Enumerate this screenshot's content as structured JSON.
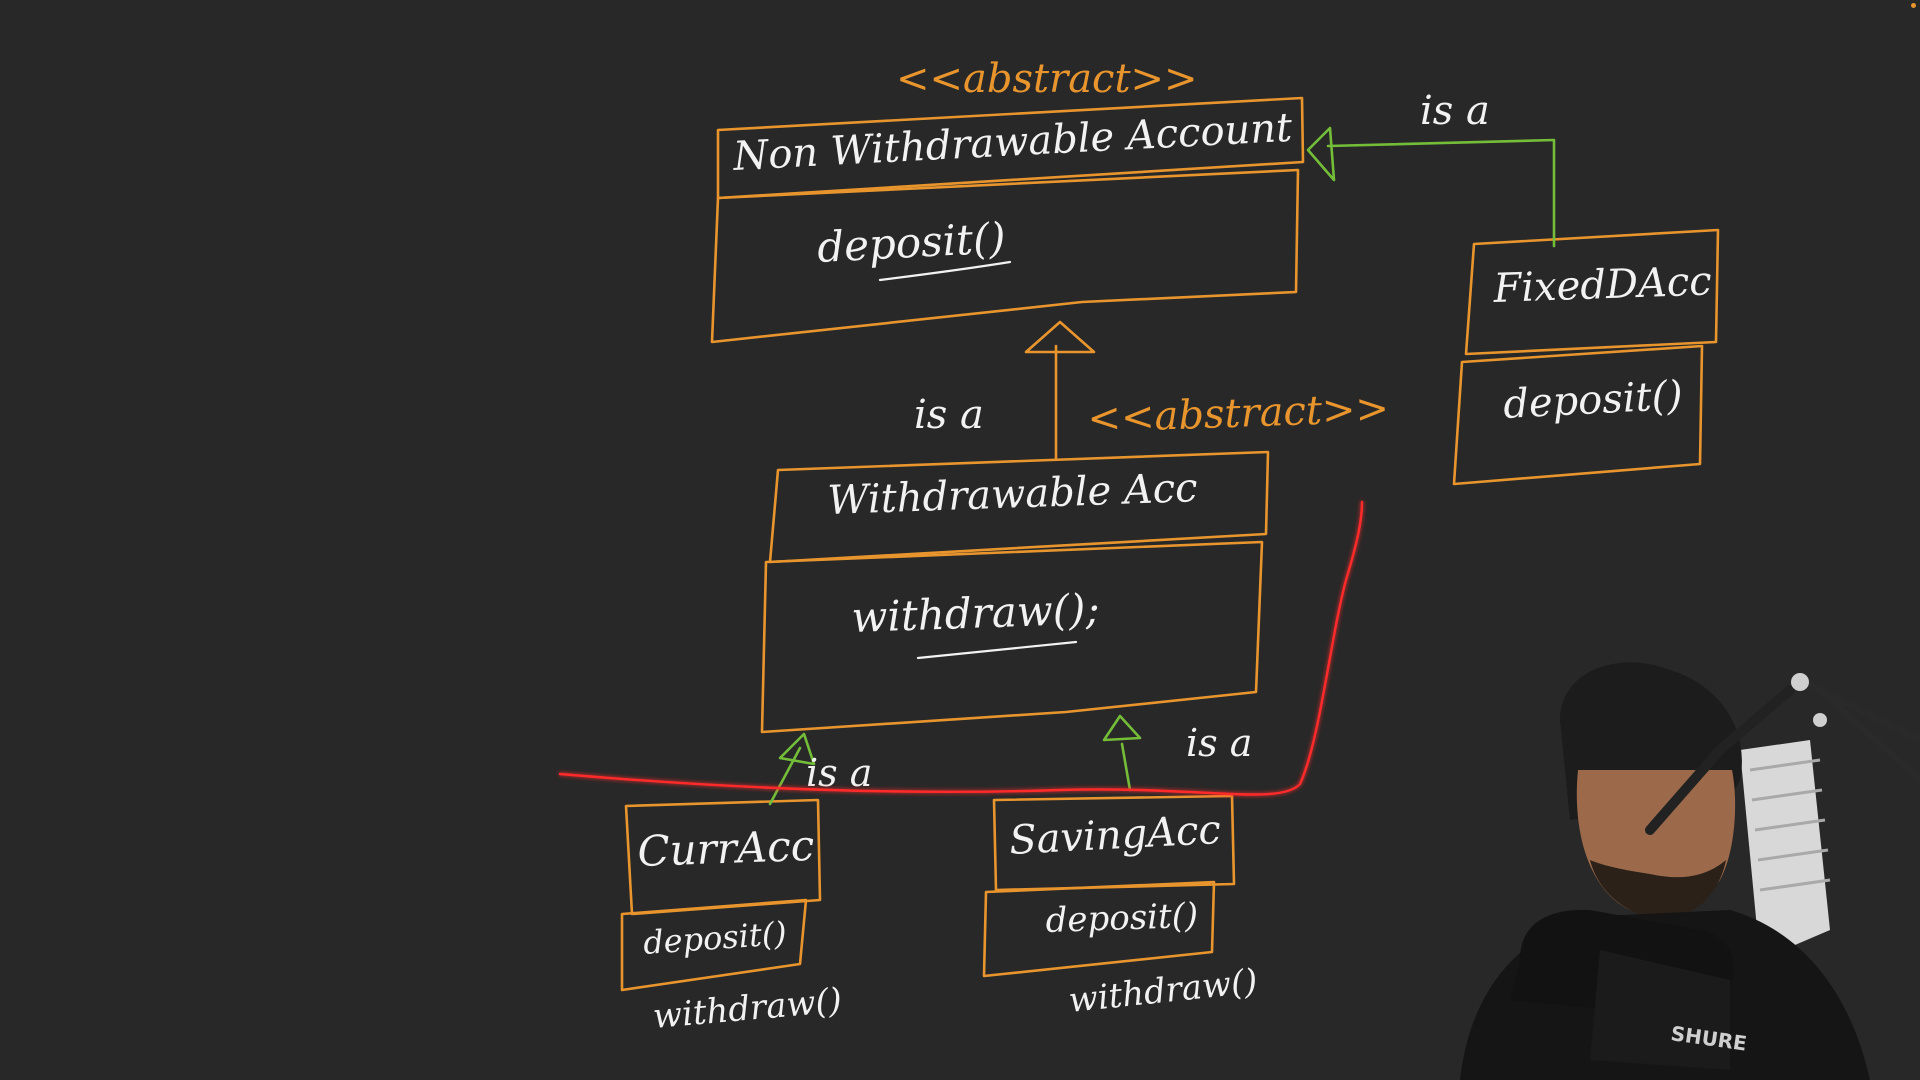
{
  "diagram": {
    "classes": {
      "non_withdrawable": {
        "stereotype": "<<abstract>>",
        "name": "Non Withdrawable Account",
        "method": "deposit()"
      },
      "withdrawable": {
        "stereotype": "<<abstract>>",
        "name": "Withdrawable Acc",
        "method": "withdraw();"
      },
      "fixed_d": {
        "name": "FixedDAcc",
        "method": "deposit()"
      },
      "current": {
        "name": "CurrAcc",
        "method": "deposit()",
        "extra_method": "withdraw()"
      },
      "saving": {
        "name": "SavingAcc",
        "method": "deposit()",
        "extra_method": "withdraw()"
      }
    },
    "relations": {
      "fixed_to_nonwithdrawable": "is a",
      "withdrawable_to_nonwithdrawable": "is a",
      "current_to_withdrawable": "is a",
      "saving_to_withdrawable": "is a"
    }
  },
  "microphone": {
    "brand": "SHURE"
  },
  "colors": {
    "background": "#282828",
    "class_box": "#e8952e",
    "inheritance_arrow": "#74bd38",
    "separator_line": "#ff2a2a",
    "text": "#f2f2f2"
  }
}
